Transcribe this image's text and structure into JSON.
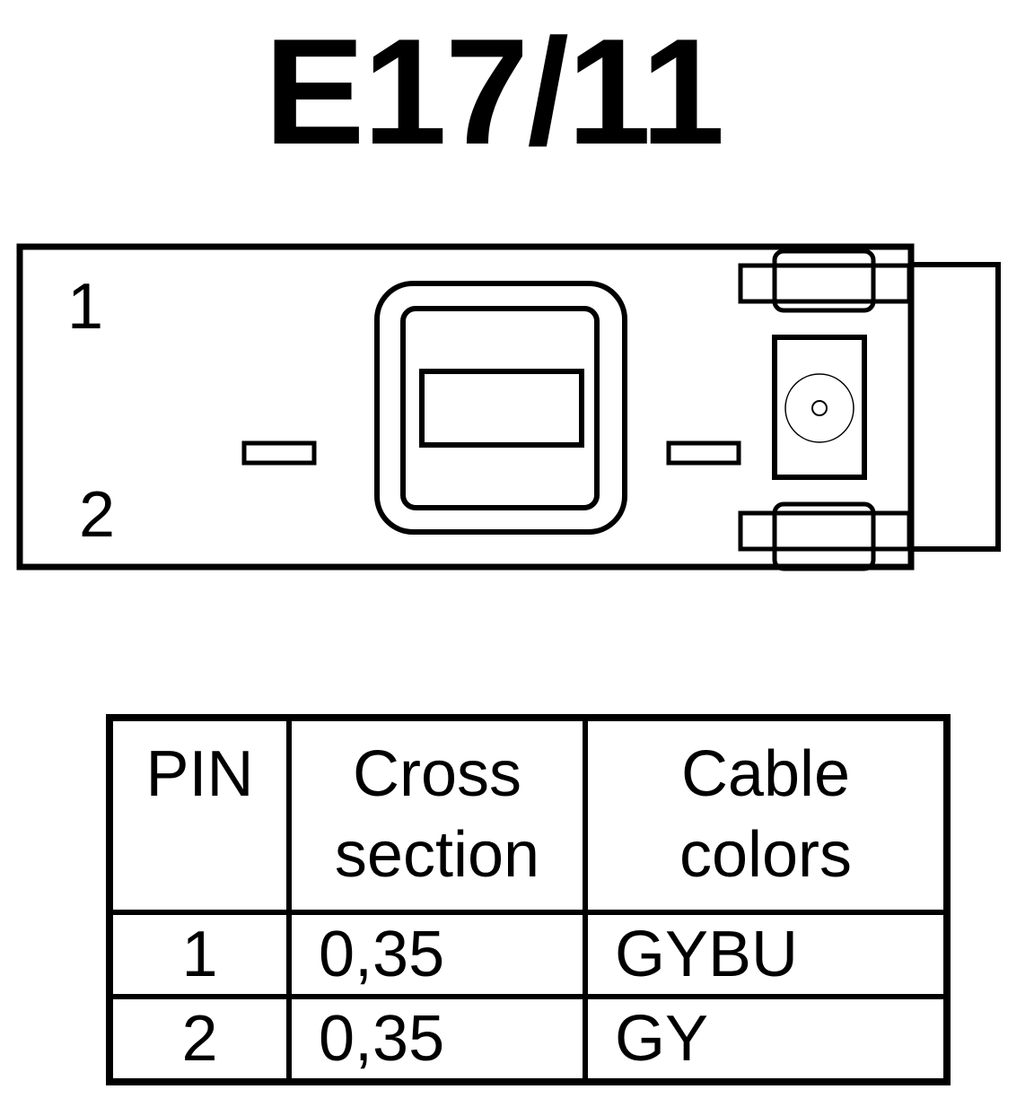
{
  "title": "E17/11",
  "connector": {
    "pin_labels": [
      "1",
      "2"
    ]
  },
  "table": {
    "headers": [
      {
        "line1": "PIN",
        "line2": ""
      },
      {
        "line1": "Cross",
        "line2": "section"
      },
      {
        "line1": "Cable",
        "line2": "colors"
      }
    ],
    "rows": [
      {
        "pin": "1",
        "cross_section": "0,35",
        "color": "GYBU"
      },
      {
        "pin": "2",
        "cross_section": "0,35",
        "color": "GY"
      }
    ]
  }
}
